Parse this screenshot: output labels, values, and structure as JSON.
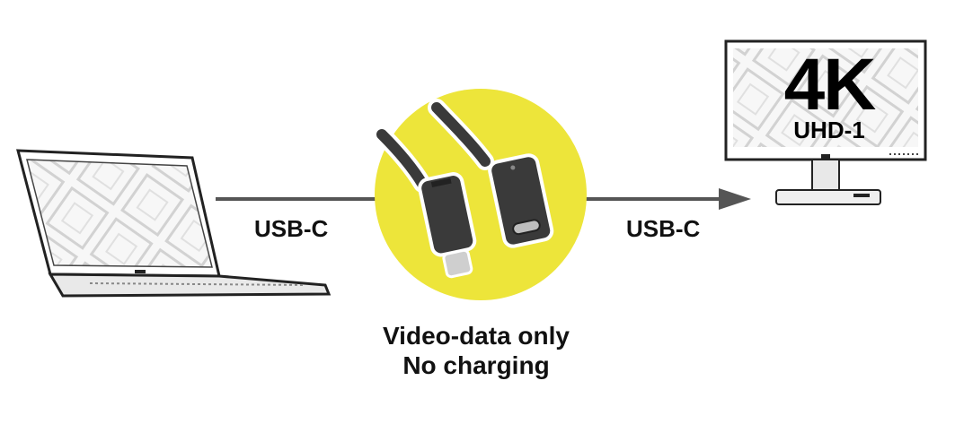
{
  "connections": {
    "left_label": "USB-C",
    "right_label": "USB-C"
  },
  "cable_note": {
    "line1": "Video-data only",
    "line2": "No charging"
  },
  "monitor": {
    "resolution": "4K",
    "standard": "UHD-1"
  },
  "colors": {
    "highlight_circle": "#EDE53A",
    "arrow": "#555555",
    "cable": "#3a3a3a",
    "outline": "#222222"
  },
  "icons": [
    "laptop-icon",
    "usb-c-extension-cable-icon",
    "monitor-icon",
    "arrow-right-icon"
  ]
}
